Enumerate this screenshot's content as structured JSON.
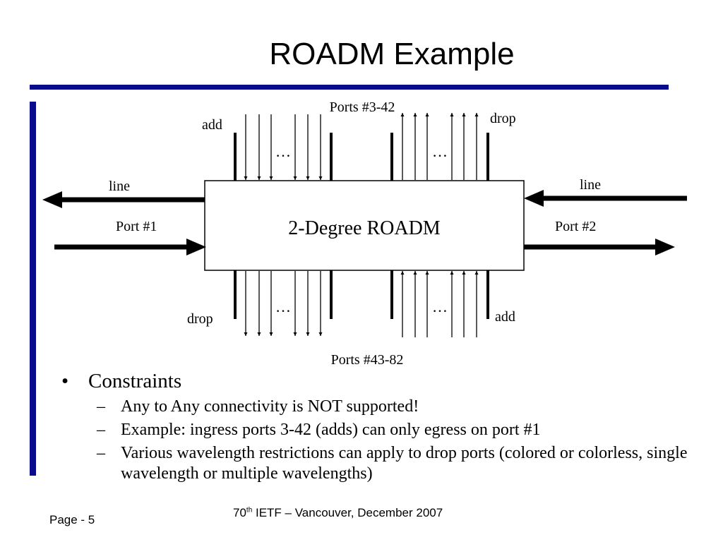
{
  "title": "ROADM Example",
  "diagram": {
    "center_label": "2-Degree ROADM",
    "top_ports_label": "Ports #3-42",
    "bottom_ports_label": "Ports #43-82",
    "top_left_label": "add",
    "top_right_label": "drop",
    "bottom_left_label": "drop",
    "bottom_right_label": "add",
    "left_line_label": "line",
    "left_port_label": "Port #1",
    "right_line_label": "line",
    "right_port_label": "Port #2",
    "ellipsis": "…"
  },
  "constraints": {
    "heading": "Constraints",
    "bullet": "•",
    "dash": "–",
    "items": [
      "Any to Any connectivity is NOT supported!",
      "Example: ingress ports 3-42 (adds) can only egress on port #1",
      "Various wavelength  restrictions can apply to drop ports (colored or colorless, single wavelength or multiple wavelengths)"
    ]
  },
  "footer": {
    "page": "Page - 5",
    "event_number": "70",
    "event_sup": "th",
    "event_rest": " IETF – Vancouver, December 2007"
  },
  "colors": {
    "accent": "#0a0a8c"
  }
}
